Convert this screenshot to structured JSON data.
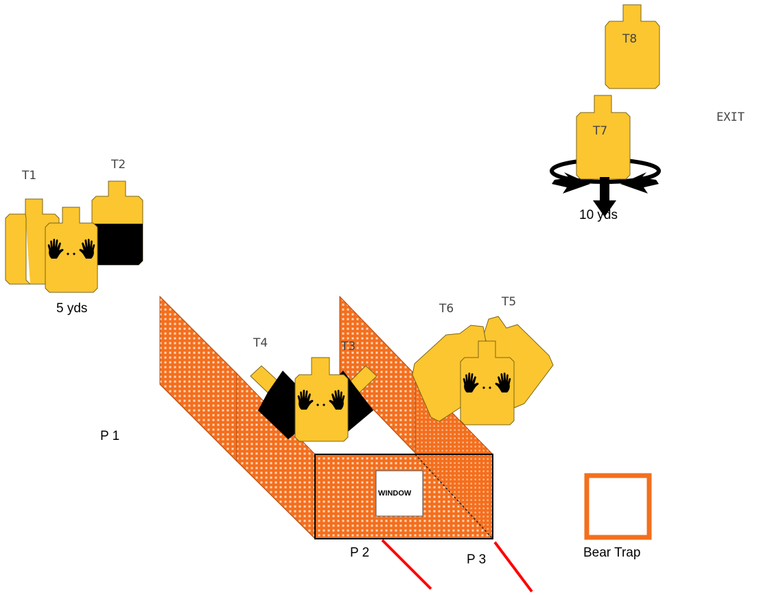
{
  "targets": {
    "t1": "T1",
    "t2": "T2",
    "t3": "T3",
    "t4": "T4",
    "t5": "T5",
    "t6": "T6",
    "t7": "T7",
    "t8": "T8"
  },
  "positions": {
    "p1": "P 1",
    "p2": "P 2",
    "p3": "P 3"
  },
  "distances": {
    "near": "5 yds",
    "far": "10 yds"
  },
  "exit_label": "EXIT",
  "window_label": "WINDOW",
  "bear_trap_label": "Bear Trap",
  "colors": {
    "target_fill": "#FCC630",
    "target_stroke": "#7a6418",
    "no_shoot": "#000000",
    "wall_orange": "#F36F1E",
    "fault_line": "#ff0000",
    "bear_trap": "#F36F1E"
  },
  "icons": {
    "no_shoot_hands": "hands-icon",
    "swinger": "rotate-arrows-icon",
    "drop_down": "down-arrow-icon"
  }
}
